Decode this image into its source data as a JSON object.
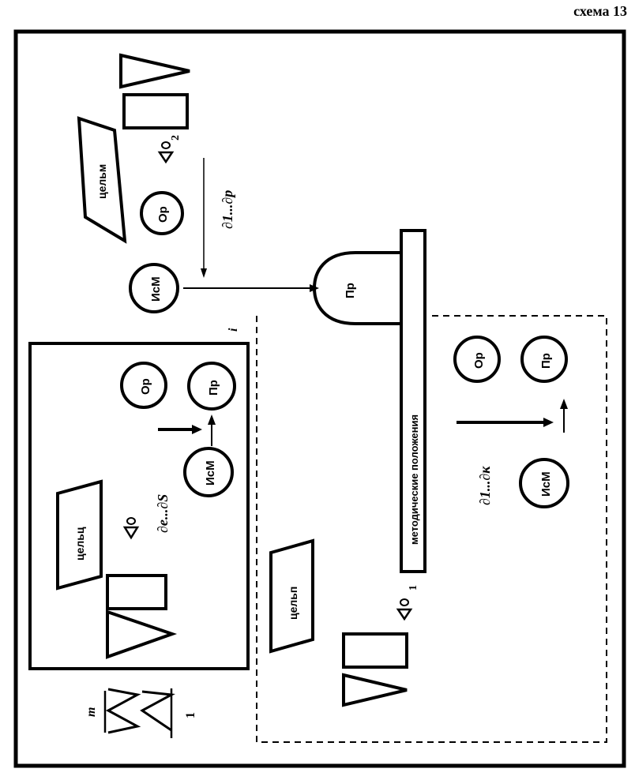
{
  "scheme_label": "схема 13",
  "labels": {
    "or": "Ор",
    "pr": "Пр",
    "ism": "ИсМ",
    "goal_m": "цельм",
    "goal_c": "цельц",
    "goal_p": "цельп",
    "method_bar": "методические положения",
    "d_top": "∂1...∂р",
    "d_inner": "∂е...∂S",
    "d_bottom": "∂1...∂к",
    "nabla_sub_2": "2",
    "nabla_sub_1": "1",
    "index_i": "i",
    "sum_upper": "m",
    "sum_lower": "1"
  }
}
